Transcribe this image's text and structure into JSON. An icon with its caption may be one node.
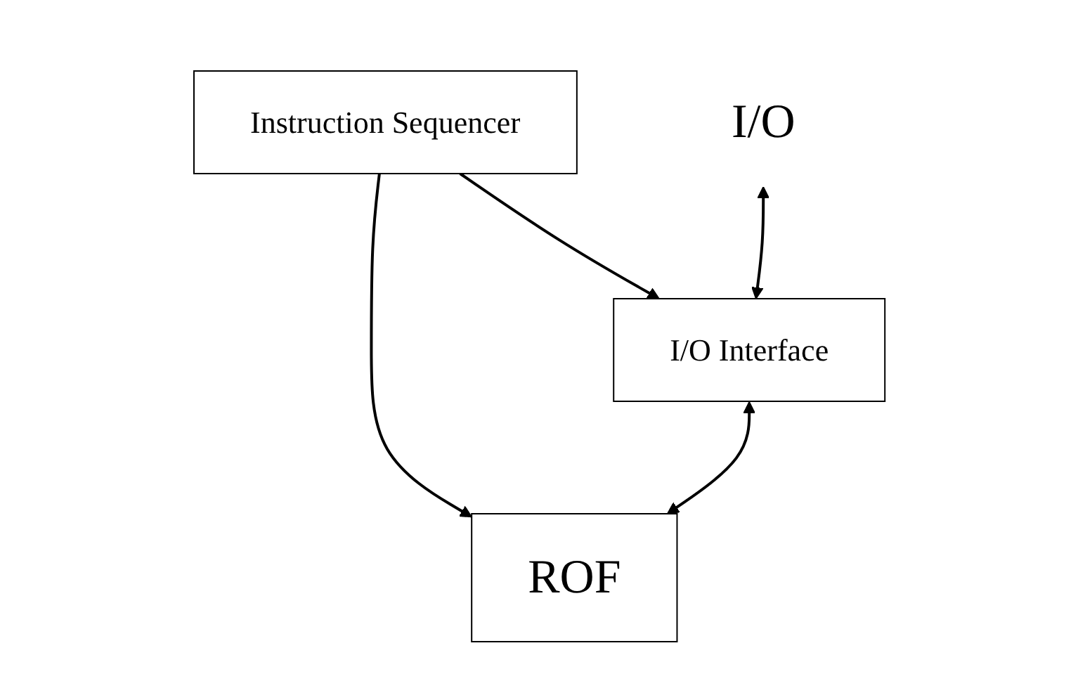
{
  "diagram": {
    "nodes": [
      {
        "text": [
          "I/O"
        ]
      },
      {
        "text": [
          "I/O Interface"
        ]
      },
      {
        "text": [
          "ROF"
        ]
      },
      {
        "text": [
          "Instruction Sequencer"
        ]
      }
    ],
    "edges": [
      {
        "from": 3,
        "to": 1,
        "arrow": "to"
      },
      {
        "from": 3,
        "to": 2,
        "arrow": "to"
      },
      {
        "from": 0,
        "to": 1,
        "arrow": "both"
      },
      {
        "from": 1,
        "to": 2,
        "arrow": "both"
      }
    ]
  }
}
